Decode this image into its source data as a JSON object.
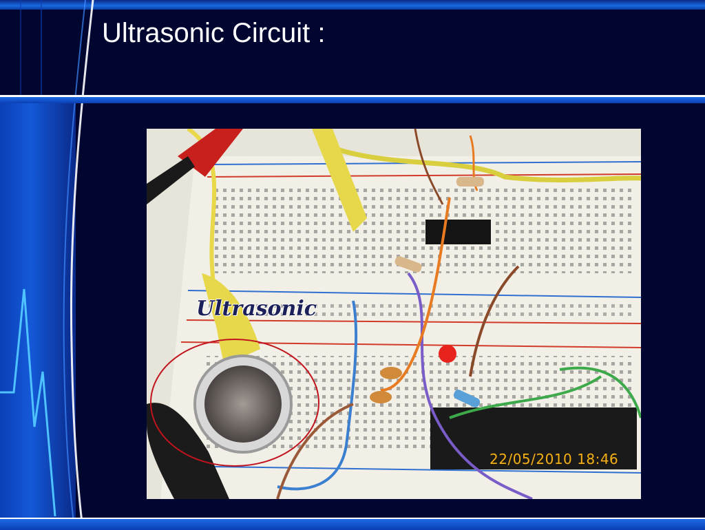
{
  "slide": {
    "title": "Ultrasonic Circuit :"
  },
  "photo": {
    "caption": "Ultrasonic",
    "timestamp": "22/05/2010  18:46"
  },
  "colors": {
    "background": "#000630",
    "accent_blue": "#1c6ae6",
    "title_text": "#ffffff",
    "highlight_ellipse": "#c0141e",
    "timestamp_text": "#f2b11b"
  }
}
